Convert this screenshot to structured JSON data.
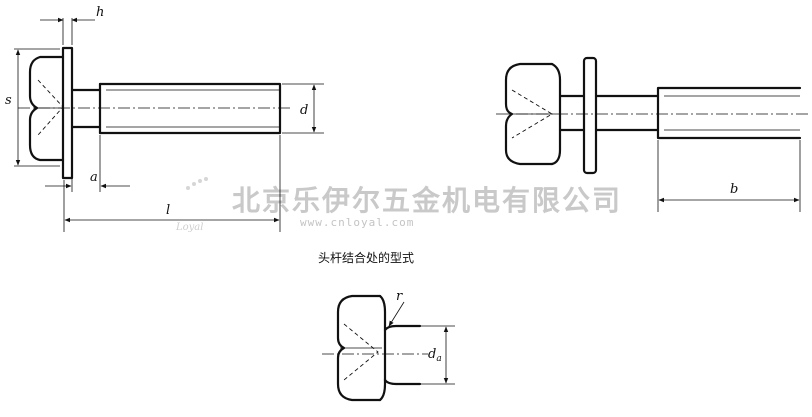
{
  "labels": {
    "h": "h",
    "s": "s",
    "a": "a",
    "l": "l",
    "d": "d",
    "b": "b",
    "r": "r",
    "da_main": "d",
    "da_sub": "a"
  },
  "caption": "头杆结合处的型式",
  "watermark": {
    "company": "北京乐伊尔五金机电有限公司",
    "url": "www.cnloyal.com",
    "logo": "Loyal"
  }
}
